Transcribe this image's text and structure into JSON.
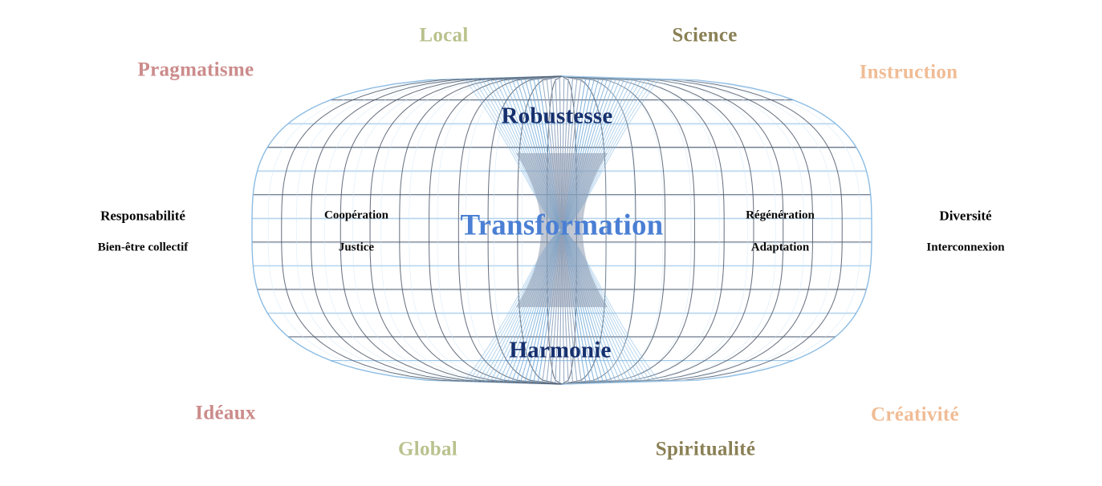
{
  "diagram": {
    "title": "Torus Transformation Diagram",
    "background_color": "#ffffff",
    "palette": {
      "rose": "#cc8b8b",
      "sage": "#b9c28d",
      "olive": "#8a8055",
      "peach": "#f0bc95",
      "navy": "#16306e",
      "royal_blue": "#4a7fd4",
      "mesh_dark": "#4a5568",
      "mesh_light": "#7fb5e0",
      "mesh_pale": "#cfe6f7",
      "black": "#050505"
    }
  },
  "core": {
    "label": "Transformation"
  },
  "poles": {
    "top": "Robustesse",
    "bottom": "Harmonie"
  },
  "inner_labels": {
    "left": [
      "Coopération",
      "Justice"
    ],
    "right": [
      "Régénération",
      "Adaptation"
    ]
  },
  "mid_labels": {
    "left": [
      "Responsabilité",
      "Bien-être collectif"
    ],
    "right": [
      "Diversité",
      "Interconnexion"
    ]
  },
  "outer_labels": [
    {
      "text": "Local",
      "color_key": "sage",
      "position": "top-left-inner"
    },
    {
      "text": "Science",
      "color_key": "olive",
      "position": "top-right-inner"
    },
    {
      "text": "Pragmatisme",
      "color_key": "rose",
      "position": "top-left-outer"
    },
    {
      "text": "Instruction",
      "color_key": "peach",
      "position": "top-right-outer"
    },
    {
      "text": "Idéaux",
      "color_key": "rose",
      "position": "bottom-left-outer"
    },
    {
      "text": "Créativité",
      "color_key": "peach",
      "position": "bottom-right-outer"
    },
    {
      "text": "Global",
      "color_key": "sage",
      "position": "bottom-left-inner"
    },
    {
      "text": "Spiritualité",
      "color_key": "olive",
      "position": "bottom-right-inner"
    }
  ]
}
